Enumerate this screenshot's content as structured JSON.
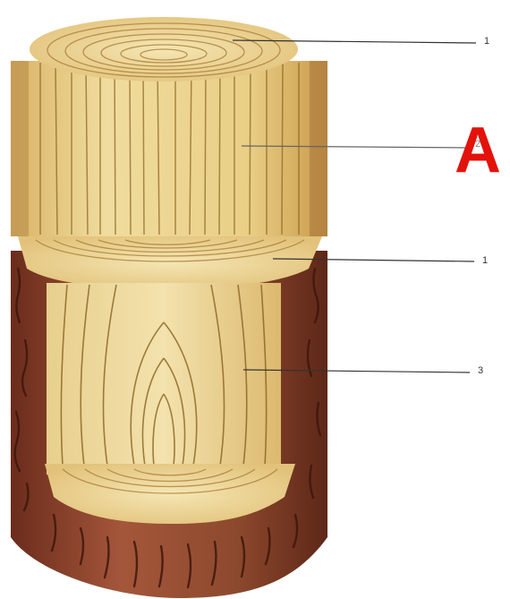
{
  "labels": {
    "cross_section": "1",
    "radial_section": "2",
    "cross_section_lower": "1",
    "tangential_section": "3"
  },
  "marker": "A",
  "colors": {
    "bark": "#8e4a2e",
    "bark_dark": "#4a1c10",
    "wood_light": "#f1dda0",
    "wood": "#e6c77a",
    "grain": "#8a6220",
    "leader_line": "#333333",
    "marker_red": "#e3120b"
  }
}
